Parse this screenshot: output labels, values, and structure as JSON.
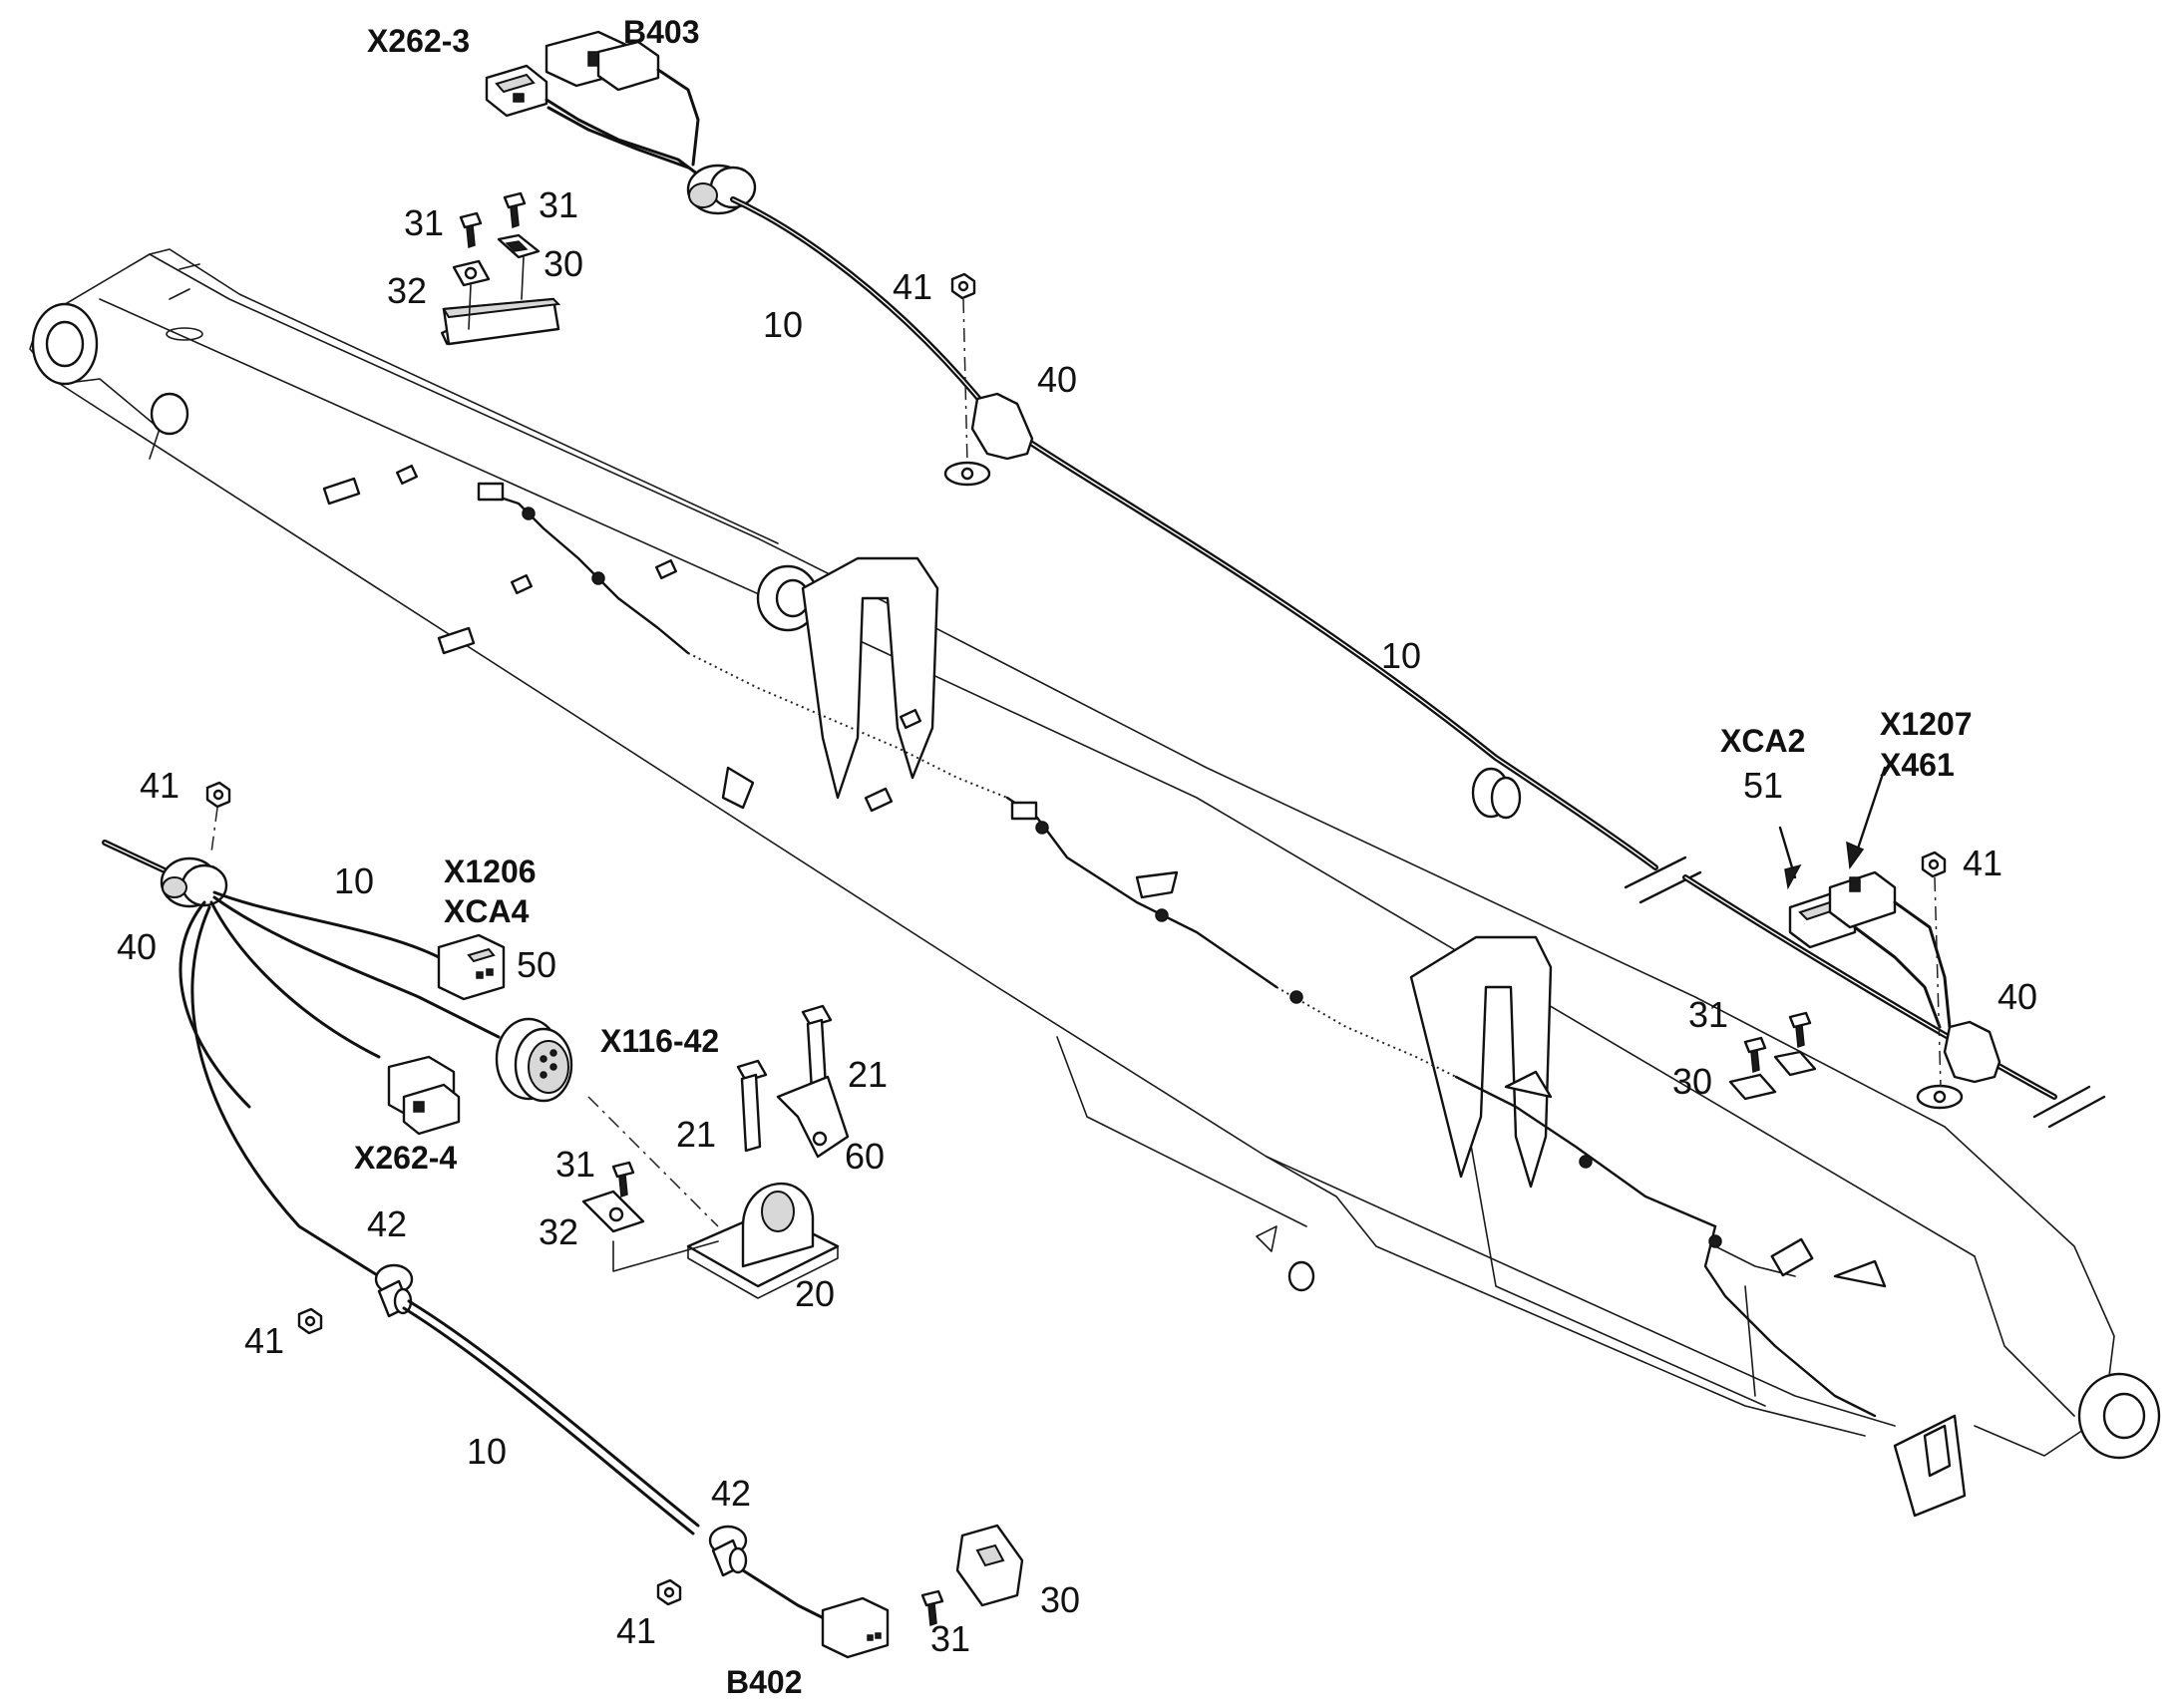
{
  "diagram": {
    "labels": {
      "x262_3": "X262-3",
      "b403": "B403",
      "x1206": "X1206",
      "xca4": "XCA4",
      "x116_42": "X116-42",
      "x262_4": "X262-4",
      "xca2": "XCA2",
      "x1207": "X1207",
      "x461": "X461",
      "b402": "B402",
      "p10": "10",
      "p20": "20",
      "p21": "21",
      "p30": "30",
      "p31": "31",
      "p32": "32",
      "p40": "40",
      "p41": "41",
      "p42": "42",
      "p50": "50",
      "p51": "51",
      "p60": "60"
    }
  }
}
